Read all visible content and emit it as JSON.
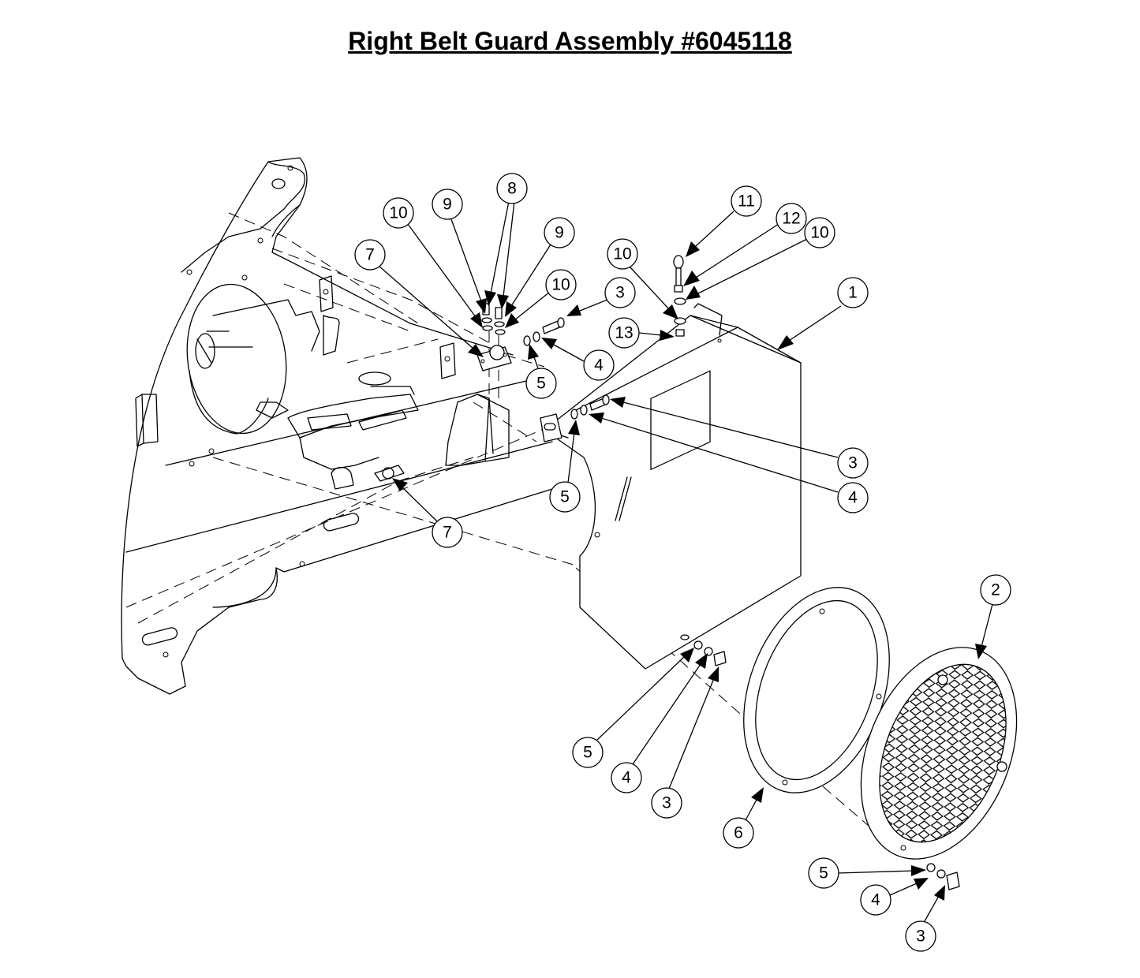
{
  "title": "Right Belt Guard Assembly #6045118",
  "callouts": [
    {
      "id": "c1",
      "label": "1"
    },
    {
      "id": "c2",
      "label": "2"
    },
    {
      "id": "c3a",
      "label": "3"
    },
    {
      "id": "c3b",
      "label": "3"
    },
    {
      "id": "c3c",
      "label": "3"
    },
    {
      "id": "c3d",
      "label": "3"
    },
    {
      "id": "c4a",
      "label": "4"
    },
    {
      "id": "c4b",
      "label": "4"
    },
    {
      "id": "c4c",
      "label": "4"
    },
    {
      "id": "c4d",
      "label": "4"
    },
    {
      "id": "c5a",
      "label": "5"
    },
    {
      "id": "c5b",
      "label": "5"
    },
    {
      "id": "c5c",
      "label": "5"
    },
    {
      "id": "c5d",
      "label": "5"
    },
    {
      "id": "c6",
      "label": "6"
    },
    {
      "id": "c7a",
      "label": "7"
    },
    {
      "id": "c7b",
      "label": "7"
    },
    {
      "id": "c8",
      "label": "8"
    },
    {
      "id": "c9a",
      "label": "9"
    },
    {
      "id": "c9b",
      "label": "9"
    },
    {
      "id": "c10a",
      "label": "10"
    },
    {
      "id": "c10b",
      "label": "10"
    },
    {
      "id": "c10c",
      "label": "10"
    },
    {
      "id": "c10d",
      "label": "10"
    },
    {
      "id": "c11",
      "label": "11"
    },
    {
      "id": "c12",
      "label": "12"
    },
    {
      "id": "c13",
      "label": "13"
    }
  ]
}
